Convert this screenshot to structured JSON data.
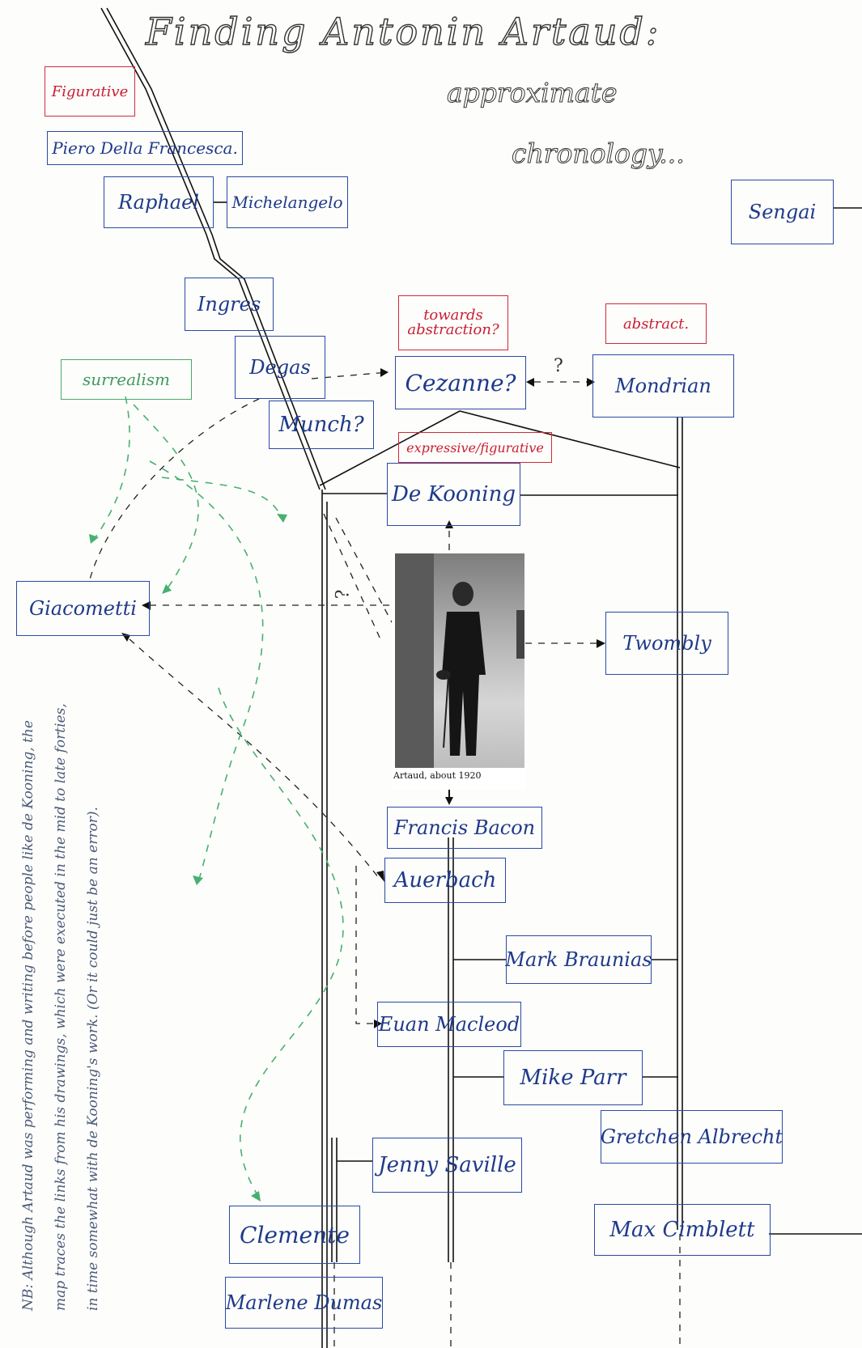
{
  "title": "Finding Antonin Artaud:",
  "subtitle_line1": "approximate",
  "subtitle_line2": "chronology...",
  "labels": {
    "figurative": "Figurative",
    "towards_abstraction": "towards abstraction?",
    "abstract": "abstract.",
    "surrealism": "surrealism",
    "expressive_figurative": "expressive/figurative"
  },
  "artists": {
    "piero": "Piero Della Francesca.",
    "raphael": "Raphael",
    "michelangelo": "Michelangelo",
    "sengai": "Sengai",
    "ingres": "Ingres",
    "degas": "Degas",
    "cezanne": "Cezanne?",
    "mondrian": "Mondrian",
    "munch": "Munch?",
    "dekooning": "De Kooning",
    "giacometti": "Giacometti",
    "twombly": "Twombly",
    "bacon": "Francis Bacon",
    "auerbach": "Auerbach",
    "braunias": "Mark Braunias",
    "macleod": "Euan Macleod",
    "parr": "Mike Parr",
    "albrecht": "Gretchen Albrecht",
    "saville": "Jenny Saville",
    "cimblett": "Max Cimblett",
    "clemente": "Clemente",
    "dumas": "Marlene Dumas"
  },
  "photo_caption": "Artaud, about 1920",
  "question_marks": {
    "cezanne_mondrian": "?",
    "giacometti_link": "?"
  },
  "note": "NB: Although Artaud was performing and writing before people like de Kooning, the map traces the links from his drawings, which were executed in the mid to late forties, in time somewhat with de Kooning's work. (Or it could just be an error)."
}
